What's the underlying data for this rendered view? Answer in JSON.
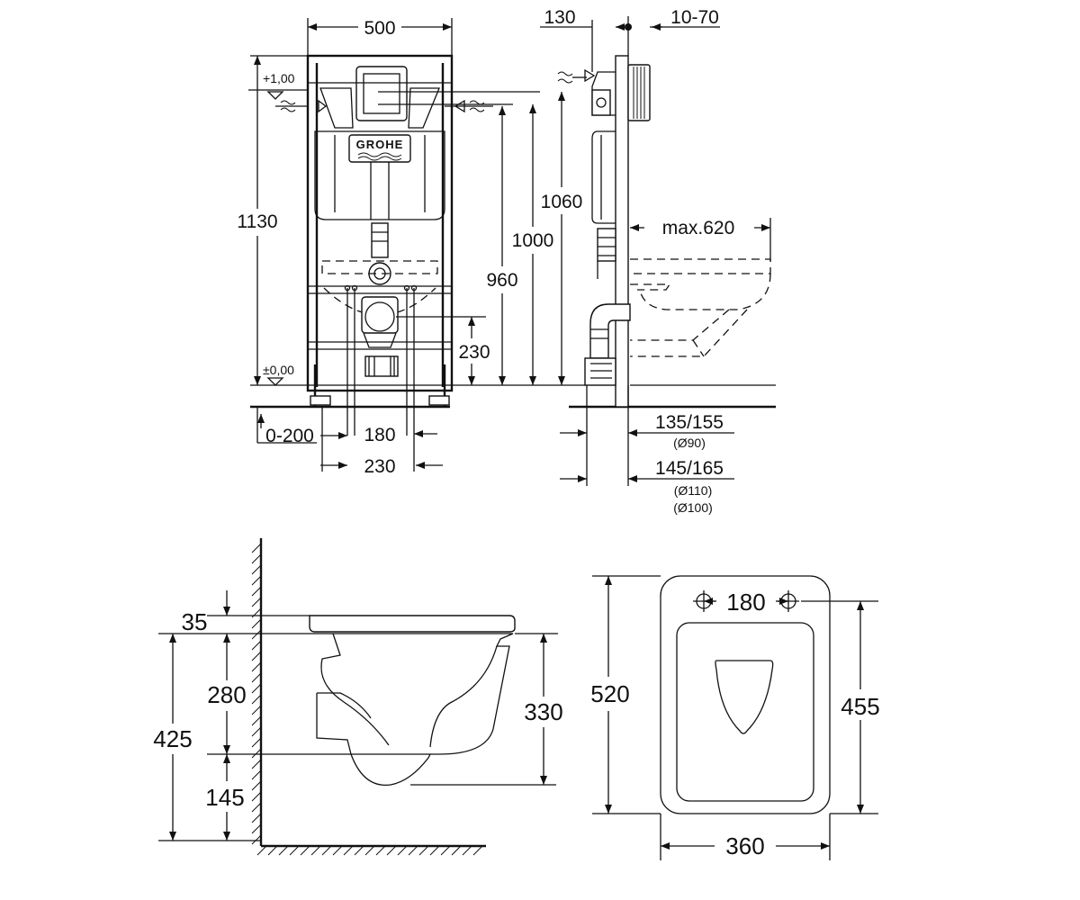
{
  "brand": "GROHE",
  "front_view": {
    "width": "500",
    "height_total": "1130",
    "level_top": "+1,00",
    "level_floor": "±0,00",
    "height_1060": "1060",
    "height_1000": "1000",
    "height_960": "960",
    "height_230": "230",
    "offset_0_200": "0-200",
    "spacing_180": "180",
    "spacing_230": "230"
  },
  "side_view": {
    "depth_130": "130",
    "range_10_70": "10-70",
    "max_620": "max.620",
    "drain_1": "135/155",
    "drain_1_diam": "(Ø90)",
    "drain_2": "145/165",
    "drain_2_diam_a": "(Ø110)",
    "drain_2_diam_b": "(Ø100)"
  },
  "bowl_side": {
    "d35": "35",
    "d280": "280",
    "d425": "425",
    "d145": "145",
    "d330": "330"
  },
  "bowl_top": {
    "d520": "520",
    "d180": "180",
    "d455": "455",
    "d360": "360"
  }
}
